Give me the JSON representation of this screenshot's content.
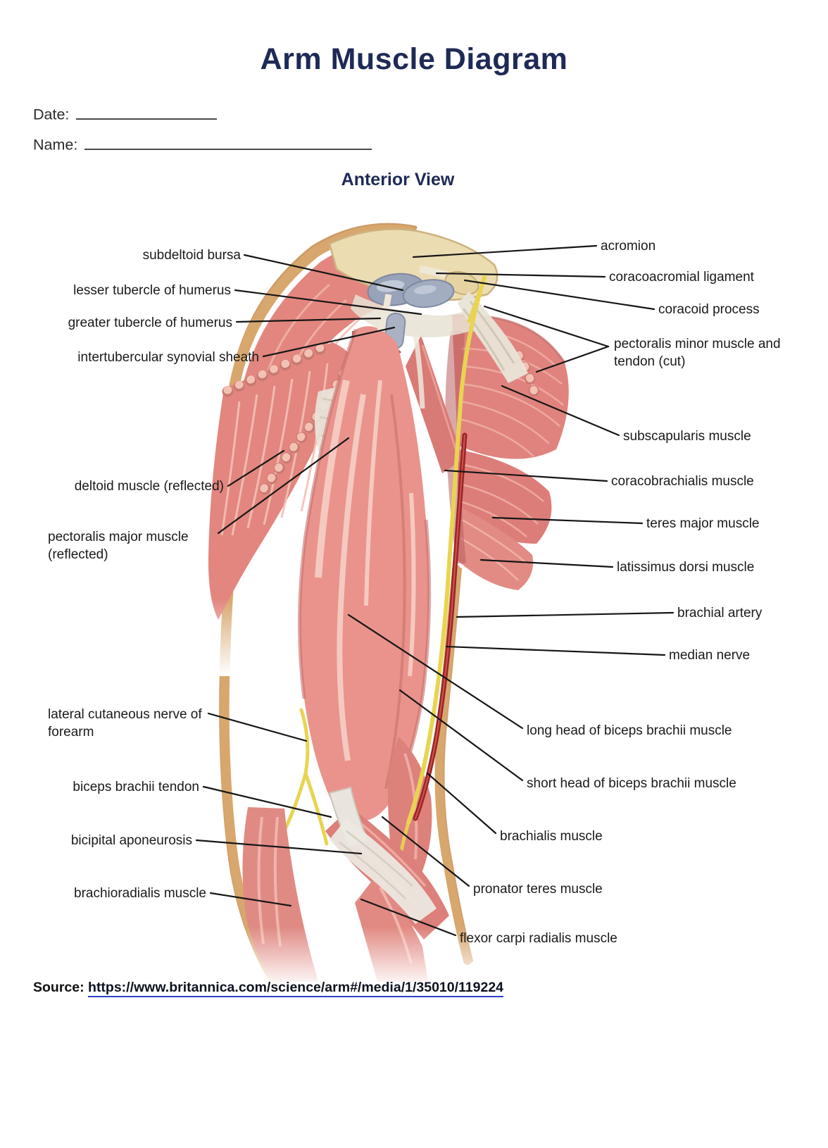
{
  "document": {
    "title": "Arm Muscle Diagram",
    "fields": {
      "date_label": "Date:",
      "name_label": "Name:"
    },
    "view_heading": "Anterior View",
    "source": {
      "prefix": "Source:",
      "url": "https://www.britannica.com/science/arm#/media/1/35010/119224"
    }
  },
  "diagram": {
    "type": "labeled-anatomical-illustration",
    "labels_left": [
      "subdeltoid bursa",
      "lesser tubercle of humerus",
      "greater tubercle of humerus",
      "intertubercular synovial sheath",
      "deltoid muscle (reflected)",
      "pectoralis major muscle (reflected)",
      "lateral cutaneous nerve of forearm",
      "biceps brachii tendon",
      "bicipital aponeurosis",
      "brachioradialis muscle"
    ],
    "labels_right": [
      "acromion",
      "coracoacromial ligament",
      "coracoid process",
      "pectoralis minor muscle and tendon (cut)",
      "subscapularis muscle",
      "coracobrachialis muscle",
      "teres major muscle",
      "latissimus dorsi muscle",
      "brachial artery",
      "median nerve",
      "long head of biceps brachii muscle",
      "short head of biceps brachii muscle",
      "brachialis muscle",
      "pronator teres muscle",
      "flexor carpi radialis muscle"
    ]
  },
  "palette": {
    "heading_navy": "#1e2a56",
    "label_black": "#1a1a1a",
    "muscle_pink": "#e9938c",
    "muscle_shadow": "#c86f6b",
    "muscle_highlight": "#f7cfc5",
    "skin_tan": "#d8a76e",
    "bone_cream": "#ecdcb2",
    "bursa_gray_blue": "#98a2b8",
    "nerve_yellow": "#e8d452",
    "artery_red": "#9c2424",
    "tendon_white": "#ece8e1",
    "link_underline_blue": "#2d40c9"
  }
}
